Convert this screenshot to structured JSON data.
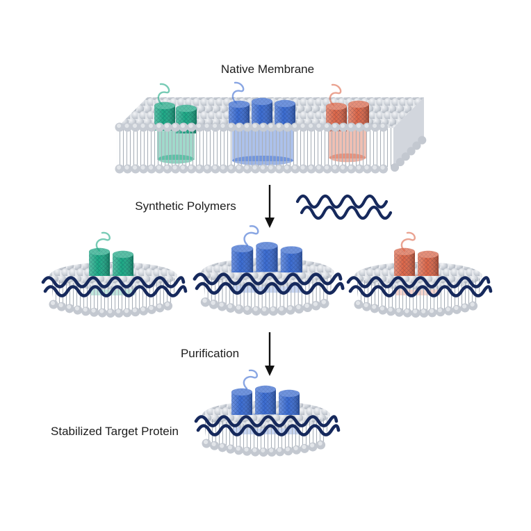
{
  "labels": {
    "native_membrane": "Native Membrane",
    "synthetic_polymers": "Synthetic Polymers",
    "purification": "Purification",
    "stabilized_target_protein": "Stabilized Target Protein"
  },
  "colors": {
    "protein_green": "#1ca884",
    "protein_blue": "#3a6bd0",
    "protein_orange": "#dc6647",
    "polymer_navy": "#16295c",
    "arrow_black": "#111111",
    "lipid_gray": "#ccd1d8"
  },
  "membrane_proteins": [
    "green",
    "blue",
    "orange"
  ],
  "nanodiscs": [
    "green",
    "blue",
    "orange"
  ],
  "final_nanodisc": "blue"
}
